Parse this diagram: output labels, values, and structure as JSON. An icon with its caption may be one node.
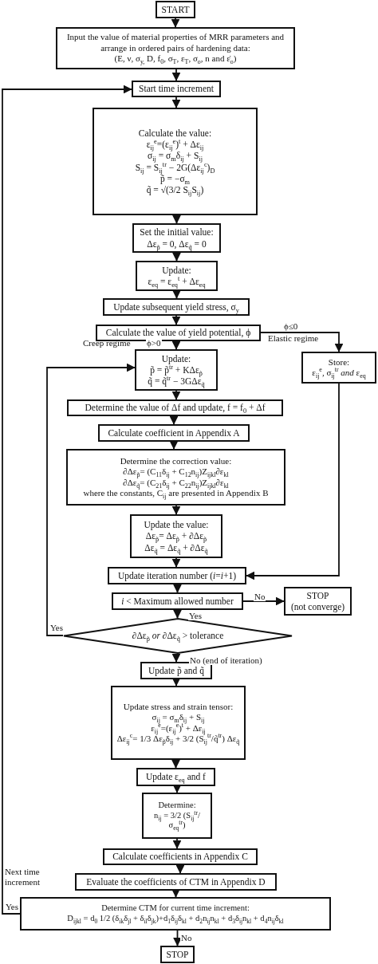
{
  "diagram": {
    "nodes": [
      {
        "text": [
          "START"
        ]
      },
      {
        "text": [
          "Input the value of material properties of MRR parameters and arrange in ordered pairs of hardening data:",
          "(E, ν, σ$_{y,}$ D, f$_{0}$, σ$_{T}$, ε$_{T}$, σ$_{o}$, n and ε̇$_{o}$)"
        ]
      },
      {
        "text": [
          "Start time increment"
        ]
      },
      {
        "text": [
          "Calculate the value:",
          "ε$_{ij}$$^{e}$=(ε$_{ij}$$^{e}$)$^{t}$ + Δε$_{ij}$",
          "σ$_{ij}$ = σ$_{m}$δ$_{ij}$ + S$_{ij}$",
          "S$_{ij}$ = S$_{ij}$$^{tr}$ − 2G(Δε$_{ij}$$^{c}$)$_{D}$",
          "p̃ = −σ$_{m}$",
          "q̃ = √(3/2 S$_{ij}$S$_{ij}$)"
        ]
      },
      {
        "text": [
          "Set the initial value:",
          "Δε$_{p̃}$ = 0, Δε$_{q̃}$ = 0"
        ]
      },
      {
        "text": [
          "Update:",
          "ε$_{eq}$ = ε$_{eq}$$^{t}$ + Δε$_{eq}$"
        ]
      },
      {
        "text": [
          "Update subsequent yield stress, σ$_{y}$"
        ]
      },
      {
        "text": [
          "Calculate the value of yield potential, ϕ"
        ]
      },
      {
        "text": [
          "Update:",
          "p̃ = p̃$^{tr}$ + KΔε$_{p̃}$",
          "q̃ = q̃$^{tr}$ − 3GΔε$_{q̃}$"
        ]
      },
      {
        "text": [
          "Store:",
          "ε$_{ij}$$^{e}$, σ$_{ij}$$^{tr}$ *and* ε$_{eq}$"
        ]
      },
      {
        "text": [
          "Determine the value of Δf and update, f = f$_{0}$ + Δf"
        ]
      },
      {
        "text": [
          "Calculate coefficient in Appendix A"
        ]
      },
      {
        "text": [
          "Determine the correction value:",
          "∂Δε$_{p̃}$= (C$_{11}$δ$_{ij}$ + C$_{12}$n$_{ij}$)Z$_{ijkl}$∂ε$_{kl}$",
          "∂Δε$_{q̃}$= (C$_{21}$δ$_{ij}$ + C$_{22}$n$_{ij}$)Z$_{ijkl}$∂ε$_{kl}$",
          "where the constants, C$_{ij}$ are presented in Appendix B"
        ]
      },
      {
        "text": [
          "Update the value:",
          "Δε$_{p̃}$= Δε$_{p̃}$ + ∂Δε$_{p̃}$",
          "Δε$_{q̃}$ = Δε$_{q̃}$ + ∂Δε$_{q̃}$"
        ]
      },
      {
        "text": [
          "Update iteration number (*i*=*i*+1)"
        ]
      },
      {
        "text": [
          "*i* < Maximum allowed number"
        ]
      },
      {
        "text": [
          "STOP",
          "(not converge)"
        ]
      },
      {
        "text": [
          "∂Δε$_{p̃}$ *or* ∂Δε$_{q̃}$ > tolerance"
        ]
      },
      {
        "text": [
          "Update p̃ and q̃"
        ]
      },
      {
        "text": [
          "Update stress and strain tensor:",
          "σ$_{ij}$ = σ$_{m}$δ$_{ij}$ + S$_{ij}$",
          "ε$_{ij}$$^{e}$=(ε$_{ij}$$^{e}$)$^{t}$ + Δε$_{ij}$",
          "Δε$_{ij}$$^{c}$= 1/3 Δε$_{p̃}$δ$_{ij}$ + 3/2 (S$_{ij}$$^{tr}$/q̃$^{tr}$) Δε$_{q̃}$"
        ]
      },
      {
        "text": [
          "Update ε$_{eq}$ and f"
        ]
      },
      {
        "text": [
          "Determine:",
          "n$_{ij}$ = 3/2 (S$_{ij}$$^{tr}$/σ$_{eq}$$^{tr}$)"
        ]
      },
      {
        "text": [
          "Calculate coefficients in Appendix C"
        ]
      },
      {
        "text": [
          "Evaluate the coefficients of CTM in Appendix D"
        ]
      },
      {
        "text": [
          "Determine CTM for current time increment:",
          "D$_{ijkl}$ = d$_{0}$ 1/2 (δ$_{ik}$δ$_{jl}$ + δ$_{il}$δ$_{jk}$)+d$_{1}$δ$_{ij}$δ$_{kl}$ + d$_{2}$n$_{ij}$n$_{kl}$ + d$_{3}$δ$_{ij}$n$_{kl}$ + d$_{4}$n$_{ij}$δ$_{kl}$"
        ]
      },
      {
        "text": [
          "STOP"
        ]
      }
    ],
    "edges": [
      {
        "from": 0,
        "to": 1,
        "arrow": "to"
      },
      {
        "from": 1,
        "to": 2,
        "arrow": "to"
      },
      {
        "from": 2,
        "to": 3,
        "arrow": "to"
      },
      {
        "from": 3,
        "to": 4,
        "arrow": "to"
      },
      {
        "from": 4,
        "to": 5,
        "arrow": "to"
      },
      {
        "from": 5,
        "to": 6,
        "arrow": "to"
      },
      {
        "from": 6,
        "to": 7,
        "arrow": "to"
      },
      {
        "from": 7,
        "to": 8,
        "arrow": "to",
        "label": "ϕ>0"
      },
      {
        "from": 7,
        "to": 9,
        "arrow": "to",
        "label": "ϕ≤0"
      },
      {
        "from": 8,
        "to": 10,
        "arrow": "to"
      },
      {
        "from": 10,
        "to": 11,
        "arrow": "to"
      },
      {
        "from": 11,
        "to": 12,
        "arrow": "to"
      },
      {
        "from": 12,
        "to": 13,
        "arrow": "to"
      },
      {
        "from": 13,
        "to": 14,
        "arrow": "to"
      },
      {
        "from": 9,
        "to": 14,
        "arrow": "to"
      },
      {
        "from": 14,
        "to": 15,
        "arrow": "to"
      },
      {
        "from": 15,
        "to": 16,
        "arrow": "to",
        "label": "No"
      },
      {
        "from": 15,
        "to": 17,
        "arrow": "to",
        "label": "Yes"
      },
      {
        "from": 17,
        "to": 8,
        "arrow": "to",
        "label": "Yes"
      },
      {
        "from": 17,
        "to": 18,
        "arrow": "to",
        "label": "No (end of iteration)"
      },
      {
        "from": 18,
        "to": 19,
        "arrow": "to"
      },
      {
        "from": 19,
        "to": 20,
        "arrow": "to"
      },
      {
        "from": 20,
        "to": 21,
        "arrow": "to"
      },
      {
        "from": 21,
        "to": 22,
        "arrow": "to"
      },
      {
        "from": 22,
        "to": 23,
        "arrow": "to"
      },
      {
        "from": 23,
        "to": 24,
        "arrow": "to"
      },
      {
        "from": 24,
        "to": 2,
        "arrow": "to",
        "label": "Yes"
      },
      {
        "from": 24,
        "to": 25,
        "arrow": "to",
        "label": "No"
      }
    ],
    "labels": [
      "Creep regime",
      "Elastic regime",
      "Next time increment"
    ]
  }
}
